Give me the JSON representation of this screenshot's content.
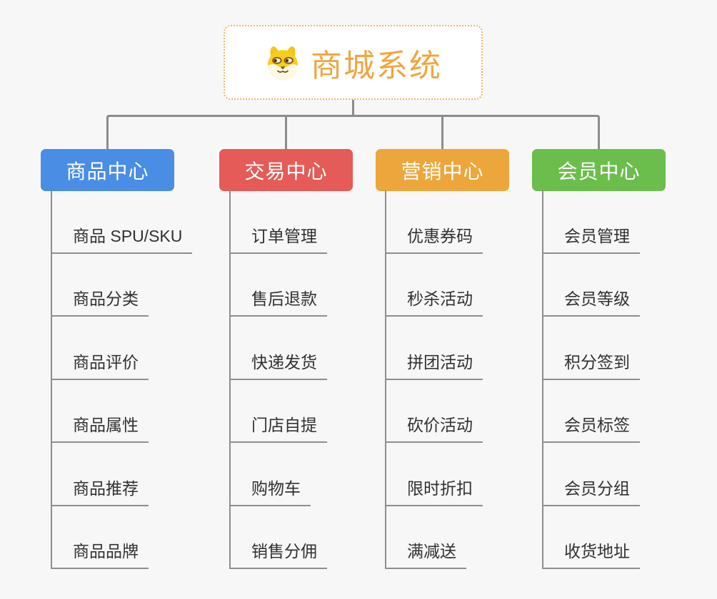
{
  "page": {
    "background_color": "#F7F7F7",
    "connector_color": "#8C8C8C",
    "underline_color": "#8E8E8E",
    "item_text_color": "#313131"
  },
  "root": {
    "title": "商城系统",
    "icon": "shiba-dog-icon",
    "title_color": "#F0A63E",
    "border_color": "#F2B35C"
  },
  "branches": [
    {
      "label": "商品中心",
      "color": "#4A8DE4",
      "children": [
        "商品 SPU/SKU",
        "商品分类",
        "商品评价",
        "商品属性",
        "商品推荐",
        "商品品牌"
      ]
    },
    {
      "label": "交易中心",
      "color": "#E45B57",
      "children": [
        "订单管理",
        "售后退款",
        "快递发货",
        "门店自提",
        "购物车",
        "销售分佣"
      ]
    },
    {
      "label": "营销中心",
      "color": "#ECA63C",
      "children": [
        "优惠券码",
        "秒杀活动",
        "拼团活动",
        "砍价活动",
        "限时折扣",
        "满减送"
      ]
    },
    {
      "label": "会员中心",
      "color": "#6CBE4C",
      "children": [
        "会员管理",
        "会员等级",
        "积分签到",
        "会员标签",
        "会员分组",
        "收货地址"
      ]
    }
  ]
}
